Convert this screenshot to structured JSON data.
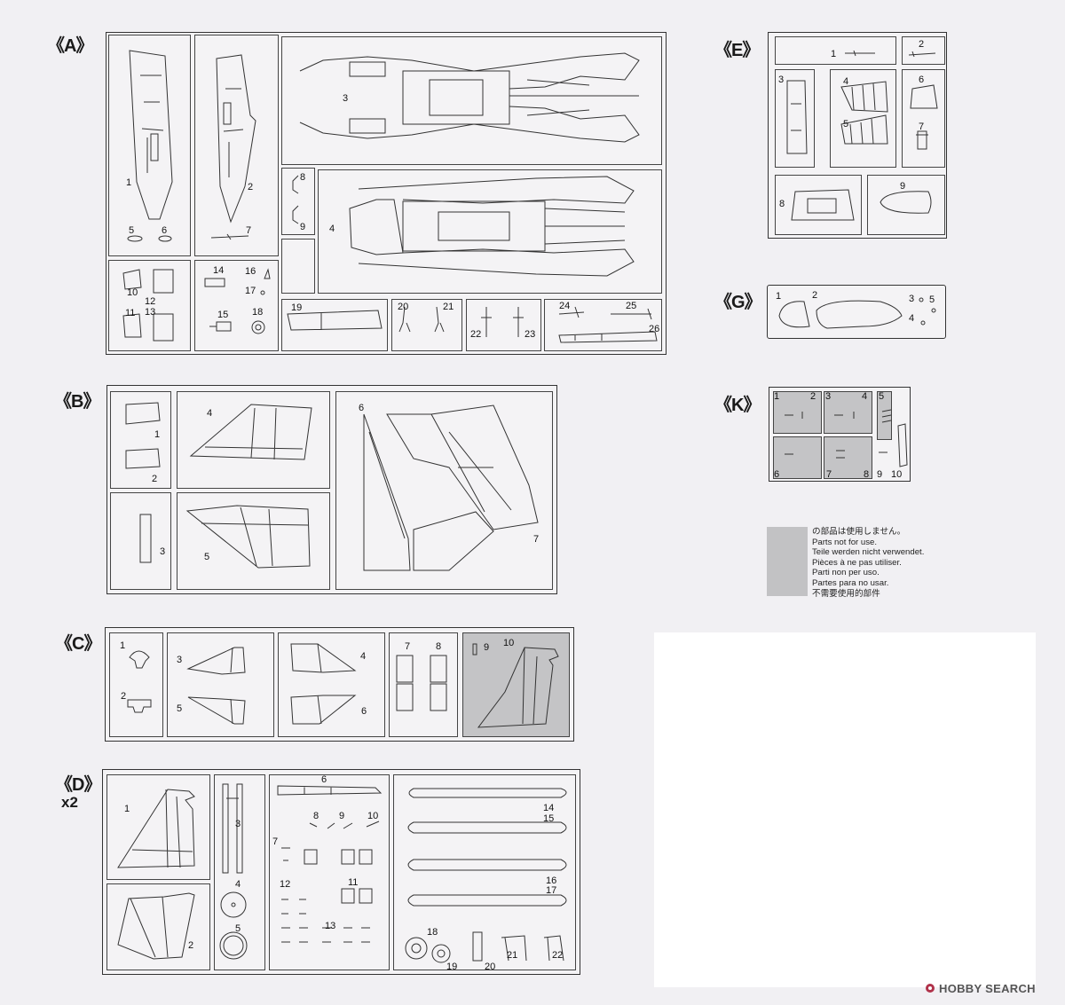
{
  "sprues": {
    "A": {
      "label": "《A》"
    },
    "B": {
      "label": "《B》"
    },
    "C": {
      "label": "《C》"
    },
    "D": {
      "label": "《D》",
      "qty": "x2"
    },
    "E": {
      "label": "《E》"
    },
    "G": {
      "label": "《G》"
    },
    "K": {
      "label": "《K》"
    }
  },
  "legend": {
    "lines": [
      "の部品は使用しません。",
      "Parts not for use.",
      "Teile werden nicht verwendet.",
      "Pièces à ne pas utiliser.",
      "Parti non per uso.",
      "Partes para no usar.",
      "不需要使用的部件"
    ]
  },
  "watermark": {
    "text": "HOBBY SEARCH"
  },
  "colors": {
    "unused_parts": "#c2c2c4",
    "line": "#333333",
    "paper": "#f1f0f3"
  }
}
